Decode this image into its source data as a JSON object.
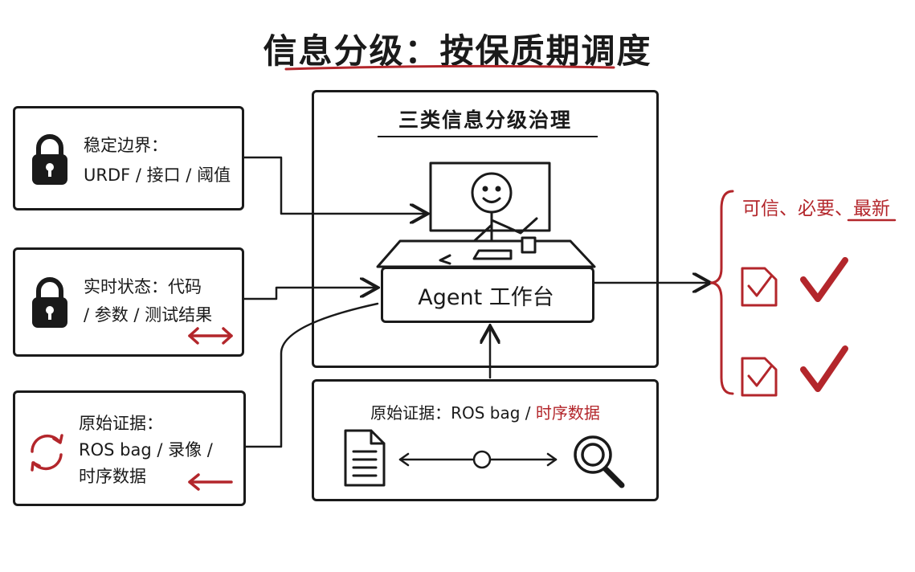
{
  "title": "信息分级：按保质期调度",
  "cards": {
    "stable": {
      "label": "稳定边界：",
      "line2": "URDF / 接口 / 阈值",
      "icon": "lock-icon"
    },
    "realtime": {
      "label": "实时状态：代码",
      "line2": "/ 参数 / 测试结果",
      "icon": "lock-icon"
    },
    "raw": {
      "label": "原始证据：",
      "line2": "ROS bag / 录像 /",
      "line3": "时序数据",
      "icon": "refresh-icon"
    }
  },
  "center": {
    "title": "三类信息分级治理",
    "agent_label": "Agent 工作台"
  },
  "evidence": {
    "label": "原始证据：ROS bag / ",
    "highlight": "时序数据",
    "icons": [
      "document-icon",
      "magnifier-icon"
    ]
  },
  "outputs": {
    "part1": "可信、必要、",
    "part2": "最新",
    "items": [
      "check-icon",
      "check-icon"
    ]
  },
  "colors": {
    "accent": "#b3262b",
    "ink": "#1a1a1a"
  }
}
